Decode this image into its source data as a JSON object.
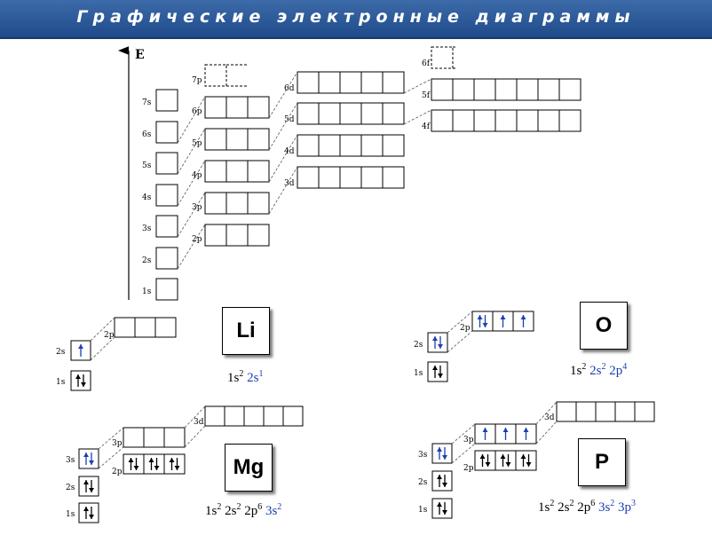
{
  "title": "Графические электронные диаграммы",
  "axis_label": "E",
  "level_labels": {
    "s": [
      "1s",
      "2s",
      "3s",
      "4s",
      "5s",
      "6s",
      "7s"
    ],
    "p": [
      "2p",
      "3p",
      "4p",
      "5p",
      "6p",
      "7p"
    ],
    "d": [
      "3d",
      "4d",
      "5d",
      "6d"
    ],
    "f": [
      "4f",
      "5f",
      "6f"
    ]
  },
  "orbital_labels": {
    "s1": "1s",
    "s2": "2s",
    "s3": "3s",
    "p2": "2p",
    "p3": "3p",
    "d3": "3d"
  },
  "elements": [
    {
      "symbol": "Li",
      "config": [
        {
          "sub": "1s",
          "exp": "2",
          "valence": false
        },
        {
          "sub": "2s",
          "exp": "1",
          "valence": true
        }
      ]
    },
    {
      "symbol": "O",
      "config": [
        {
          "sub": "1s",
          "exp": "2",
          "valence": false
        },
        {
          "sub": "2s",
          "exp": "2",
          "valence": true
        },
        {
          "sub": "2p",
          "exp": "4",
          "valence": true
        }
      ]
    },
    {
      "symbol": "Mg",
      "config": [
        {
          "sub": "1s",
          "exp": "2",
          "valence": false
        },
        {
          "sub": "2s",
          "exp": "2",
          "valence": false
        },
        {
          "sub": "2p",
          "exp": "6",
          "valence": false
        },
        {
          "sub": "3s",
          "exp": "2",
          "valence": true
        }
      ]
    },
    {
      "symbol": "P",
      "config": [
        {
          "sub": "1s",
          "exp": "2",
          "valence": false
        },
        {
          "sub": "2s",
          "exp": "2",
          "valence": false
        },
        {
          "sub": "2p",
          "exp": "6",
          "valence": false
        },
        {
          "sub": "3s",
          "exp": "2",
          "valence": true
        },
        {
          "sub": "3p",
          "exp": "3",
          "valence": true
        }
      ]
    }
  ],
  "colors": {
    "banner": "#2a5896",
    "valence": "#1a3fb0",
    "core": "#000000"
  }
}
